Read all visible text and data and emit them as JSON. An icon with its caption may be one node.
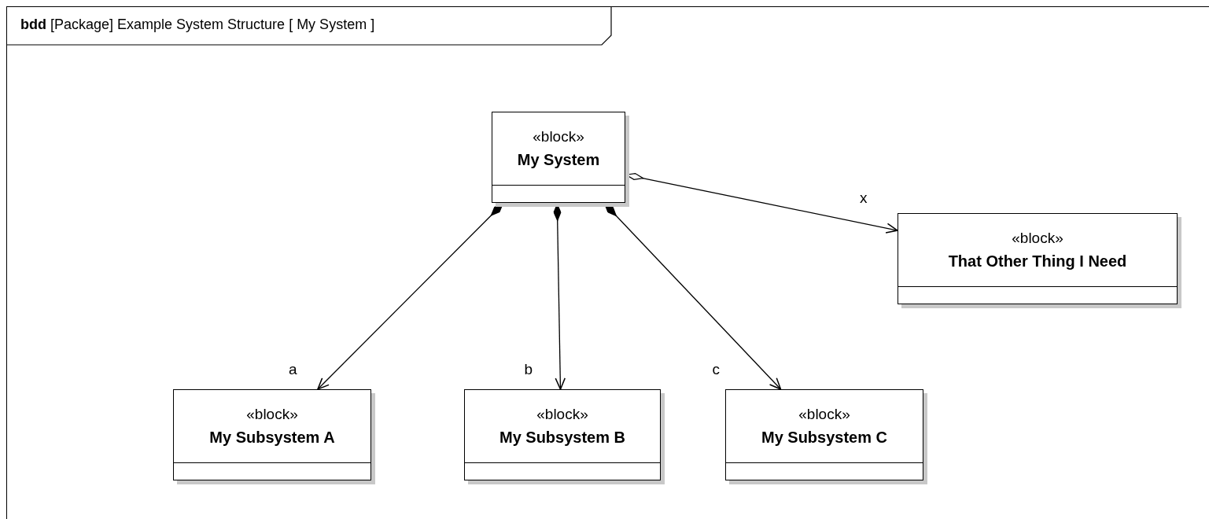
{
  "diagram": {
    "title": "**bdd** [Package] Example System Structure [ My System ]",
    "nodes": [
      {
        "text": [
          "«block»",
          "My System"
        ]
      },
      {
        "text": [
          "«block»",
          "That Other Thing I Need"
        ]
      },
      {
        "text": [
          "«block»",
          "My Subsystem A"
        ]
      },
      {
        "text": [
          "«block»",
          "My Subsystem B"
        ]
      },
      {
        "text": [
          "«block»",
          "My Subsystem C"
        ]
      }
    ],
    "edges": [
      {
        "from": 0,
        "to": 2,
        "arrow": "to",
        "label": "a"
      },
      {
        "from": 0,
        "to": 3,
        "arrow": "to",
        "label": "b"
      },
      {
        "from": 0,
        "to": 4,
        "arrow": "to",
        "label": "c"
      },
      {
        "from": 0,
        "to": 1,
        "arrow": "to",
        "label": "x"
      }
    ]
  }
}
